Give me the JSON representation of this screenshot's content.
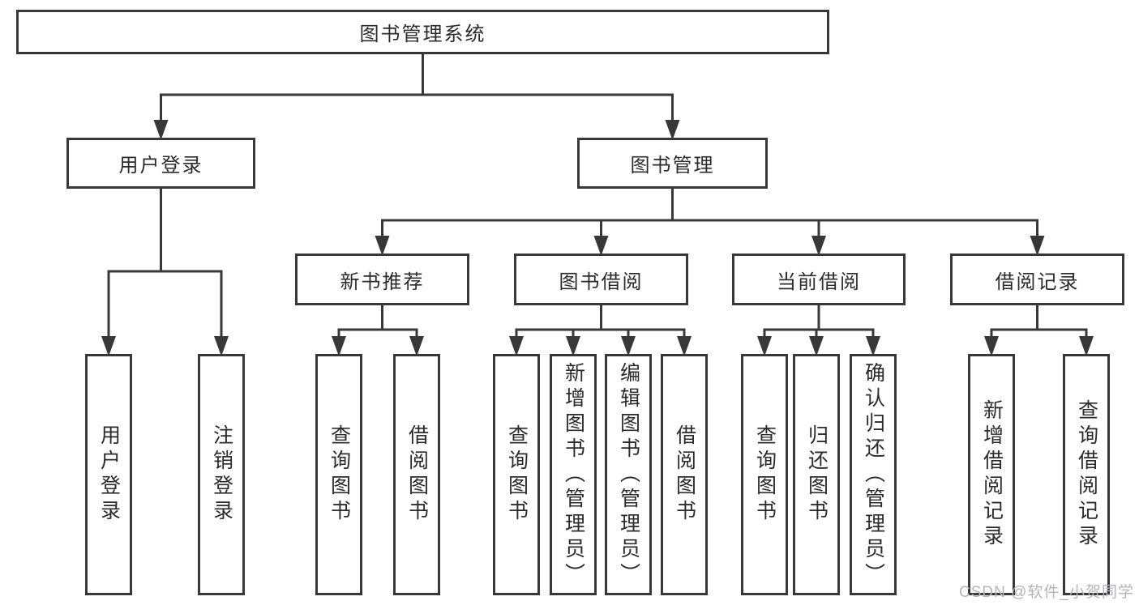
{
  "colors": {
    "background": "#ffffff",
    "line": "#383838",
    "box_fill": "#ffffff",
    "text": "#2b2b2b",
    "watermark_text": "#b4b4bc"
  },
  "watermark": {
    "text": "CSDN @软件_小贺同学"
  },
  "tree": {
    "id": "root",
    "label": "图书管理系统",
    "children": [
      {
        "id": "user-login",
        "label": "用户登录",
        "children": [
          {
            "id": "login",
            "label": "用户登录"
          },
          {
            "id": "logout",
            "label": "注销登录"
          }
        ]
      },
      {
        "id": "book-mgmt",
        "label": "图书管理",
        "children": [
          {
            "id": "new-book-rec",
            "label": "新书推荐",
            "children": [
              {
                "id": "nbr-query-book",
                "label": "查询图书"
              },
              {
                "id": "nbr-borrow-book",
                "label": "借阅图书"
              }
            ]
          },
          {
            "id": "book-borrow",
            "label": "图书借阅",
            "children": [
              {
                "id": "bb-query-book",
                "label": "查询图书"
              },
              {
                "id": "bb-add-book",
                "label": "新增图书（管理员）"
              },
              {
                "id": "bb-edit-book",
                "label": "编辑图书（管理员）"
              },
              {
                "id": "bb-borrow-book",
                "label": "借阅图书"
              }
            ]
          },
          {
            "id": "current-borrow",
            "label": "当前借阅",
            "children": [
              {
                "id": "cb-query-book",
                "label": "查询图书"
              },
              {
                "id": "cb-return-book",
                "label": "归还图书"
              },
              {
                "id": "cb-confirm-return",
                "label": "确认归还（管理员）"
              }
            ]
          },
          {
            "id": "borrow-records",
            "label": "借阅记录",
            "children": [
              {
                "id": "br-add-record",
                "label": "新增借阅记录"
              },
              {
                "id": "br-query-record",
                "label": "查询借阅记录"
              }
            ]
          }
        ]
      }
    ]
  }
}
